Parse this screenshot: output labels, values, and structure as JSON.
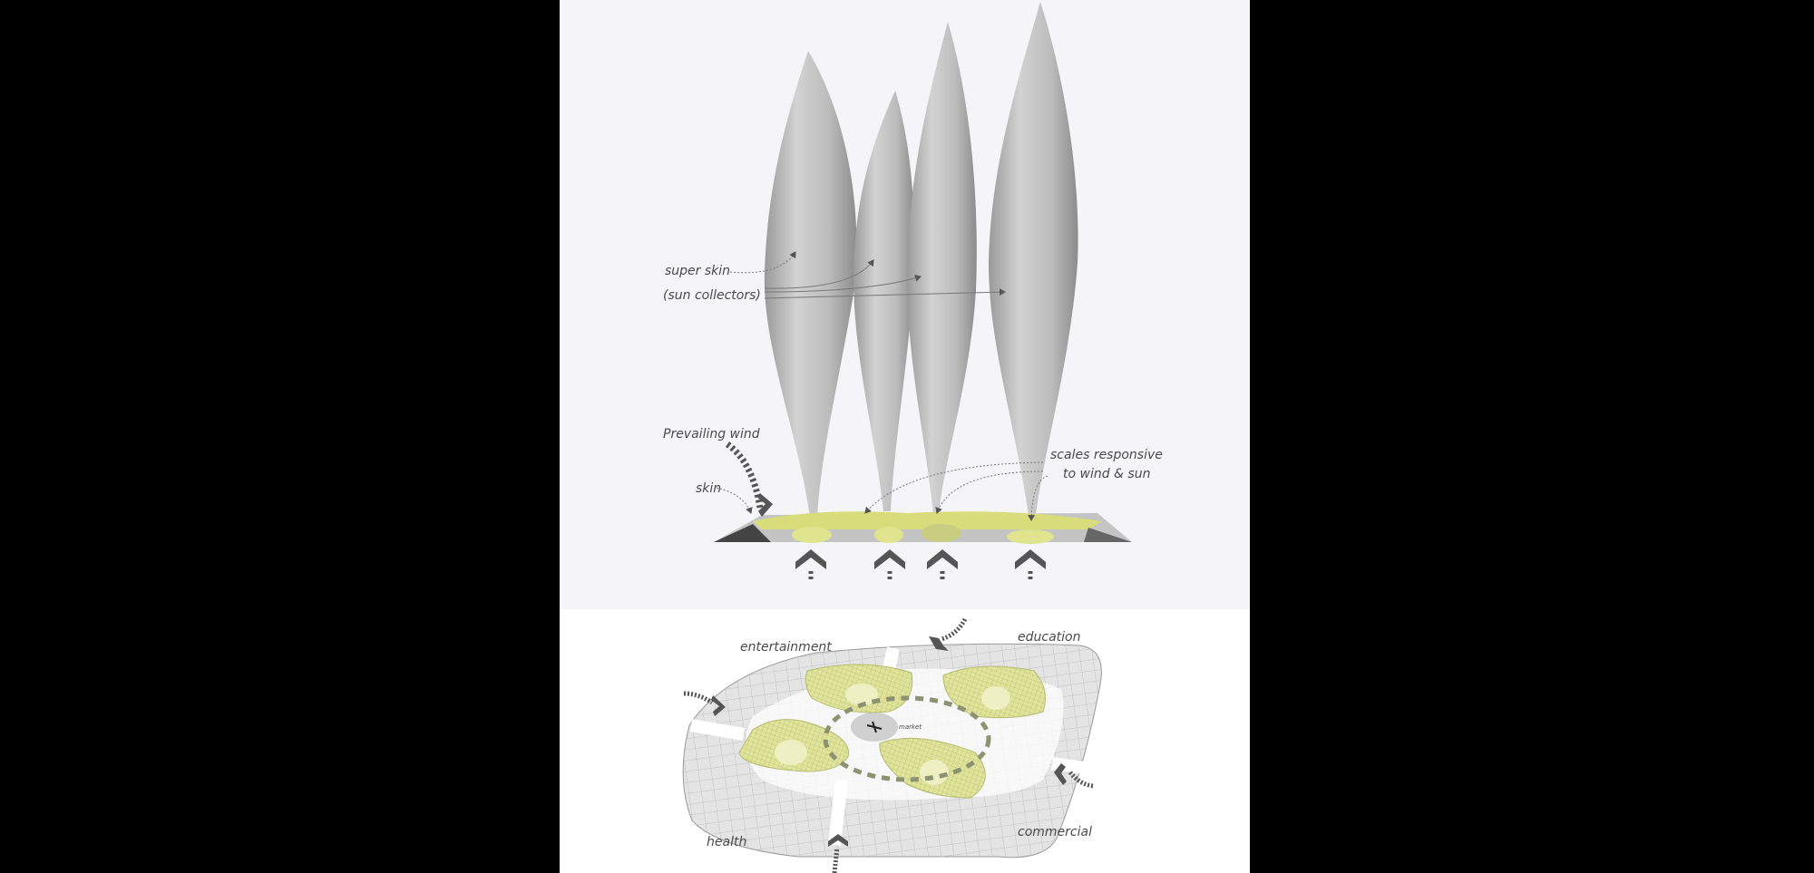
{
  "tower_diagram": {
    "labels": {
      "super_skin": "super skin",
      "sun_collectors": "(sun collectors)",
      "prevailing_wind": "Prevailing wind",
      "skin": "skin",
      "scales_line1": "scales responsive",
      "scales_line2": "to wind & sun"
    }
  },
  "plan_diagram": {
    "zones": {
      "entertainment": "entertainment",
      "education": "education",
      "health": "health",
      "commercial": "commercial",
      "market": "market"
    }
  },
  "colors": {
    "background": "#000000",
    "panel": "#f5f5f7",
    "tower": "#bdbdbd",
    "green": "#dfe49a",
    "arrow": "#555555"
  }
}
